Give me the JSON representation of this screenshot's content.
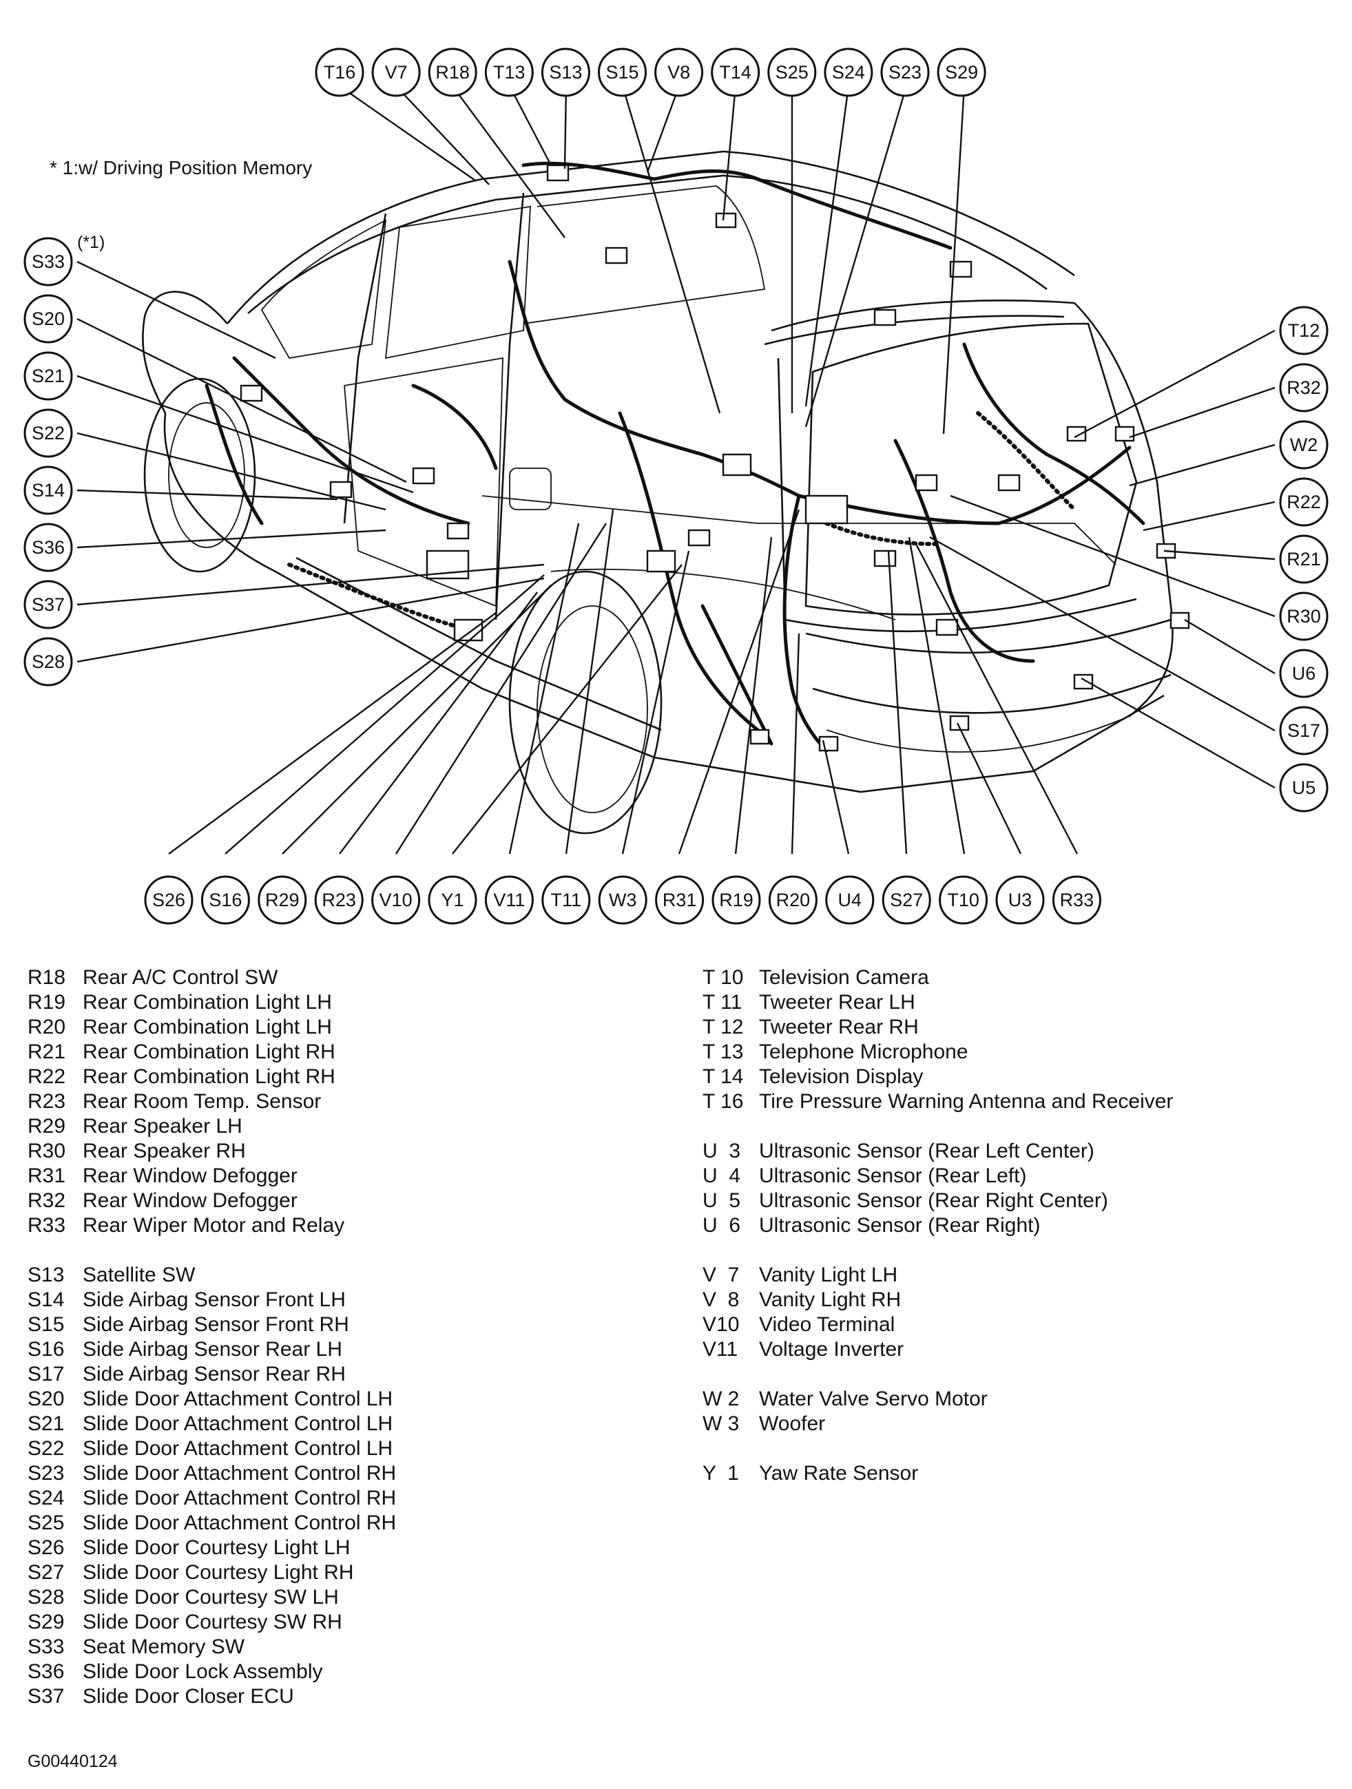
{
  "note": "* 1:w/ Driving Position Memory",
  "note_ref": "(*1)",
  "callouts": {
    "top": [
      "T16",
      "V7",
      "R18",
      "T13",
      "S13",
      "S15",
      "V8",
      "T14",
      "S25",
      "S24",
      "S23",
      "S29"
    ],
    "left": [
      "S33",
      "S20",
      "S21",
      "S22",
      "S14",
      "S36",
      "S37",
      "S28"
    ],
    "right": [
      "T12",
      "R32",
      "W2",
      "R22",
      "R21",
      "R30",
      "U6",
      "S17",
      "U5"
    ],
    "bottom": [
      "S26",
      "S16",
      "R29",
      "R23",
      "V10",
      "Y1",
      "V11",
      "T11",
      "W3",
      "R31",
      "R19",
      "R20",
      "U4",
      "S27",
      "T10",
      "U3",
      "R33"
    ]
  },
  "legend_left": [
    [
      {
        "code": "R18",
        "name": "Rear A/C Control SW"
      },
      {
        "code": "R19",
        "name": "Rear Combination Light LH"
      },
      {
        "code": "R20",
        "name": "Rear Combination Light LH"
      },
      {
        "code": "R21",
        "name": "Rear Combination Light RH"
      },
      {
        "code": "R22",
        "name": "Rear Combination Light RH"
      },
      {
        "code": "R23",
        "name": "Rear Room Temp. Sensor"
      },
      {
        "code": "R29",
        "name": "Rear Speaker LH"
      },
      {
        "code": "R30",
        "name": "Rear Speaker RH"
      },
      {
        "code": "R31",
        "name": "Rear Window Defogger"
      },
      {
        "code": "R32",
        "name": "Rear Window Defogger"
      },
      {
        "code": "R33",
        "name": "Rear Wiper Motor and Relay"
      }
    ],
    [
      {
        "code": "S13",
        "name": "Satellite SW"
      },
      {
        "code": "S14",
        "name": "Side Airbag Sensor Front LH"
      },
      {
        "code": "S15",
        "name": "Side Airbag Sensor Front RH"
      },
      {
        "code": "S16",
        "name": "Side Airbag Sensor Rear LH"
      },
      {
        "code": "S17",
        "name": "Side Airbag Sensor Rear RH"
      },
      {
        "code": "S20",
        "name": "Slide Door Attachment Control LH"
      },
      {
        "code": "S21",
        "name": "Slide Door Attachment Control LH"
      },
      {
        "code": "S22",
        "name": "Slide Door Attachment Control LH"
      },
      {
        "code": "S23",
        "name": "Slide Door Attachment Control RH"
      },
      {
        "code": "S24",
        "name": "Slide Door Attachment Control RH"
      },
      {
        "code": "S25",
        "name": "Slide Door Attachment Control RH"
      },
      {
        "code": "S26",
        "name": "Slide Door Courtesy Light LH"
      },
      {
        "code": "S27",
        "name": "Slide Door Courtesy Light RH"
      },
      {
        "code": "S28",
        "name": "Slide Door Courtesy SW LH"
      },
      {
        "code": "S29",
        "name": "Slide Door Courtesy SW RH"
      },
      {
        "code": "S33",
        "name": "Seat Memory SW"
      },
      {
        "code": "S36",
        "name": "Slide Door Lock Assembly"
      },
      {
        "code": "S37",
        "name": "Slide Door Closer ECU"
      }
    ]
  ],
  "legend_right": [
    [
      {
        "code": "T 10",
        "name": "Television Camera"
      },
      {
        "code": "T 11",
        "name": "Tweeter Rear LH"
      },
      {
        "code": "T 12",
        "name": "Tweeter Rear RH"
      },
      {
        "code": "T 13",
        "name": "Telephone Microphone"
      },
      {
        "code": "T 14",
        "name": "Television Display"
      },
      {
        "code": "T 16",
        "name": "Tire Pressure Warning Antenna and Receiver"
      }
    ],
    [
      {
        "code": "U  3",
        "name": "Ultrasonic Sensor (Rear Left Center)"
      },
      {
        "code": "U  4",
        "name": "Ultrasonic Sensor (Rear Left)"
      },
      {
        "code": "U  5",
        "name": "Ultrasonic Sensor (Rear Right Center)"
      },
      {
        "code": "U  6",
        "name": "Ultrasonic Sensor (Rear Right)"
      }
    ],
    [
      {
        "code": "V  7",
        "name": "Vanity Light LH"
      },
      {
        "code": "V  8",
        "name": "Vanity Light RH"
      },
      {
        "code": "V10",
        "name": "Video Terminal"
      },
      {
        "code": "V11",
        "name": "Voltage Inverter"
      }
    ],
    [
      {
        "code": "W 2",
        "name": "Water Valve Servo Motor"
      },
      {
        "code": "W 3",
        "name": "Woofer"
      }
    ],
    [
      {
        "code": "Y  1",
        "name": "Yaw Rate Sensor"
      }
    ]
  ],
  "footer_code": "G00440124"
}
